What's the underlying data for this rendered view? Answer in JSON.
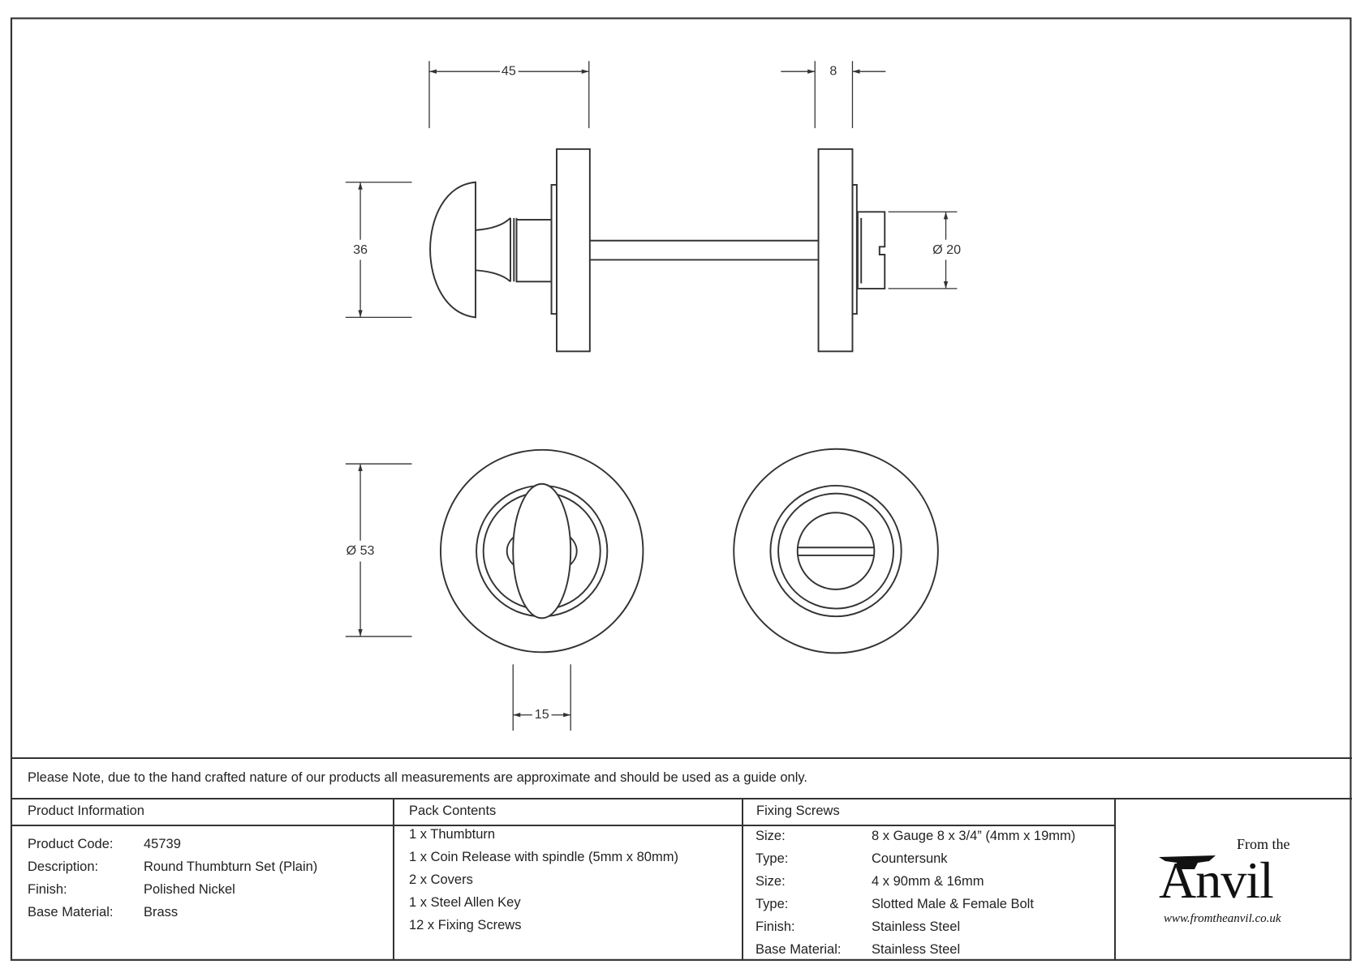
{
  "dimensions": {
    "knob_depth": "45",
    "rose_thickness": "8",
    "knob_height": "36",
    "release_diameter": "Ø 20",
    "rose_diameter": "Ø 53",
    "turn_width": "15"
  },
  "note": "Please Note, due to the hand crafted nature of our products all measurements are approximate and should be used as a guide only.",
  "product_information": {
    "heading": "Product Information",
    "rows": [
      {
        "label": "Product Code:",
        "value": "45739"
      },
      {
        "label": "Description:",
        "value": "Round Thumbturn Set (Plain)"
      },
      {
        "label": "Finish:",
        "value": "Polished Nickel"
      },
      {
        "label": "Base Material:",
        "value": "Brass"
      }
    ]
  },
  "pack_contents": {
    "heading": "Pack Contents",
    "items": [
      "1 x Thumbturn",
      "1 x Coin Release with spindle (5mm x 80mm)",
      "2 x Covers",
      "1 x Steel Allen Key",
      "12 x Fixing Screws"
    ]
  },
  "fixing_screws": {
    "heading": "Fixing Screws",
    "rows": [
      {
        "label": "Size:",
        "value": "8 x Gauge 8 x 3/4” (4mm x 19mm)"
      },
      {
        "label": "Type:",
        "value": "Countersunk"
      },
      {
        "label": "Size:",
        "value": "4 x 90mm & 16mm"
      },
      {
        "label": "Type:",
        "value": "Slotted Male & Female Bolt"
      },
      {
        "label": "Finish:",
        "value": "Stainless Steel"
      },
      {
        "label": "Base Material:",
        "value": "Stainless Steel"
      }
    ]
  },
  "logo": {
    "top": "From the",
    "main": "Anvil",
    "url": "www.fromtheanvil.co.uk"
  }
}
